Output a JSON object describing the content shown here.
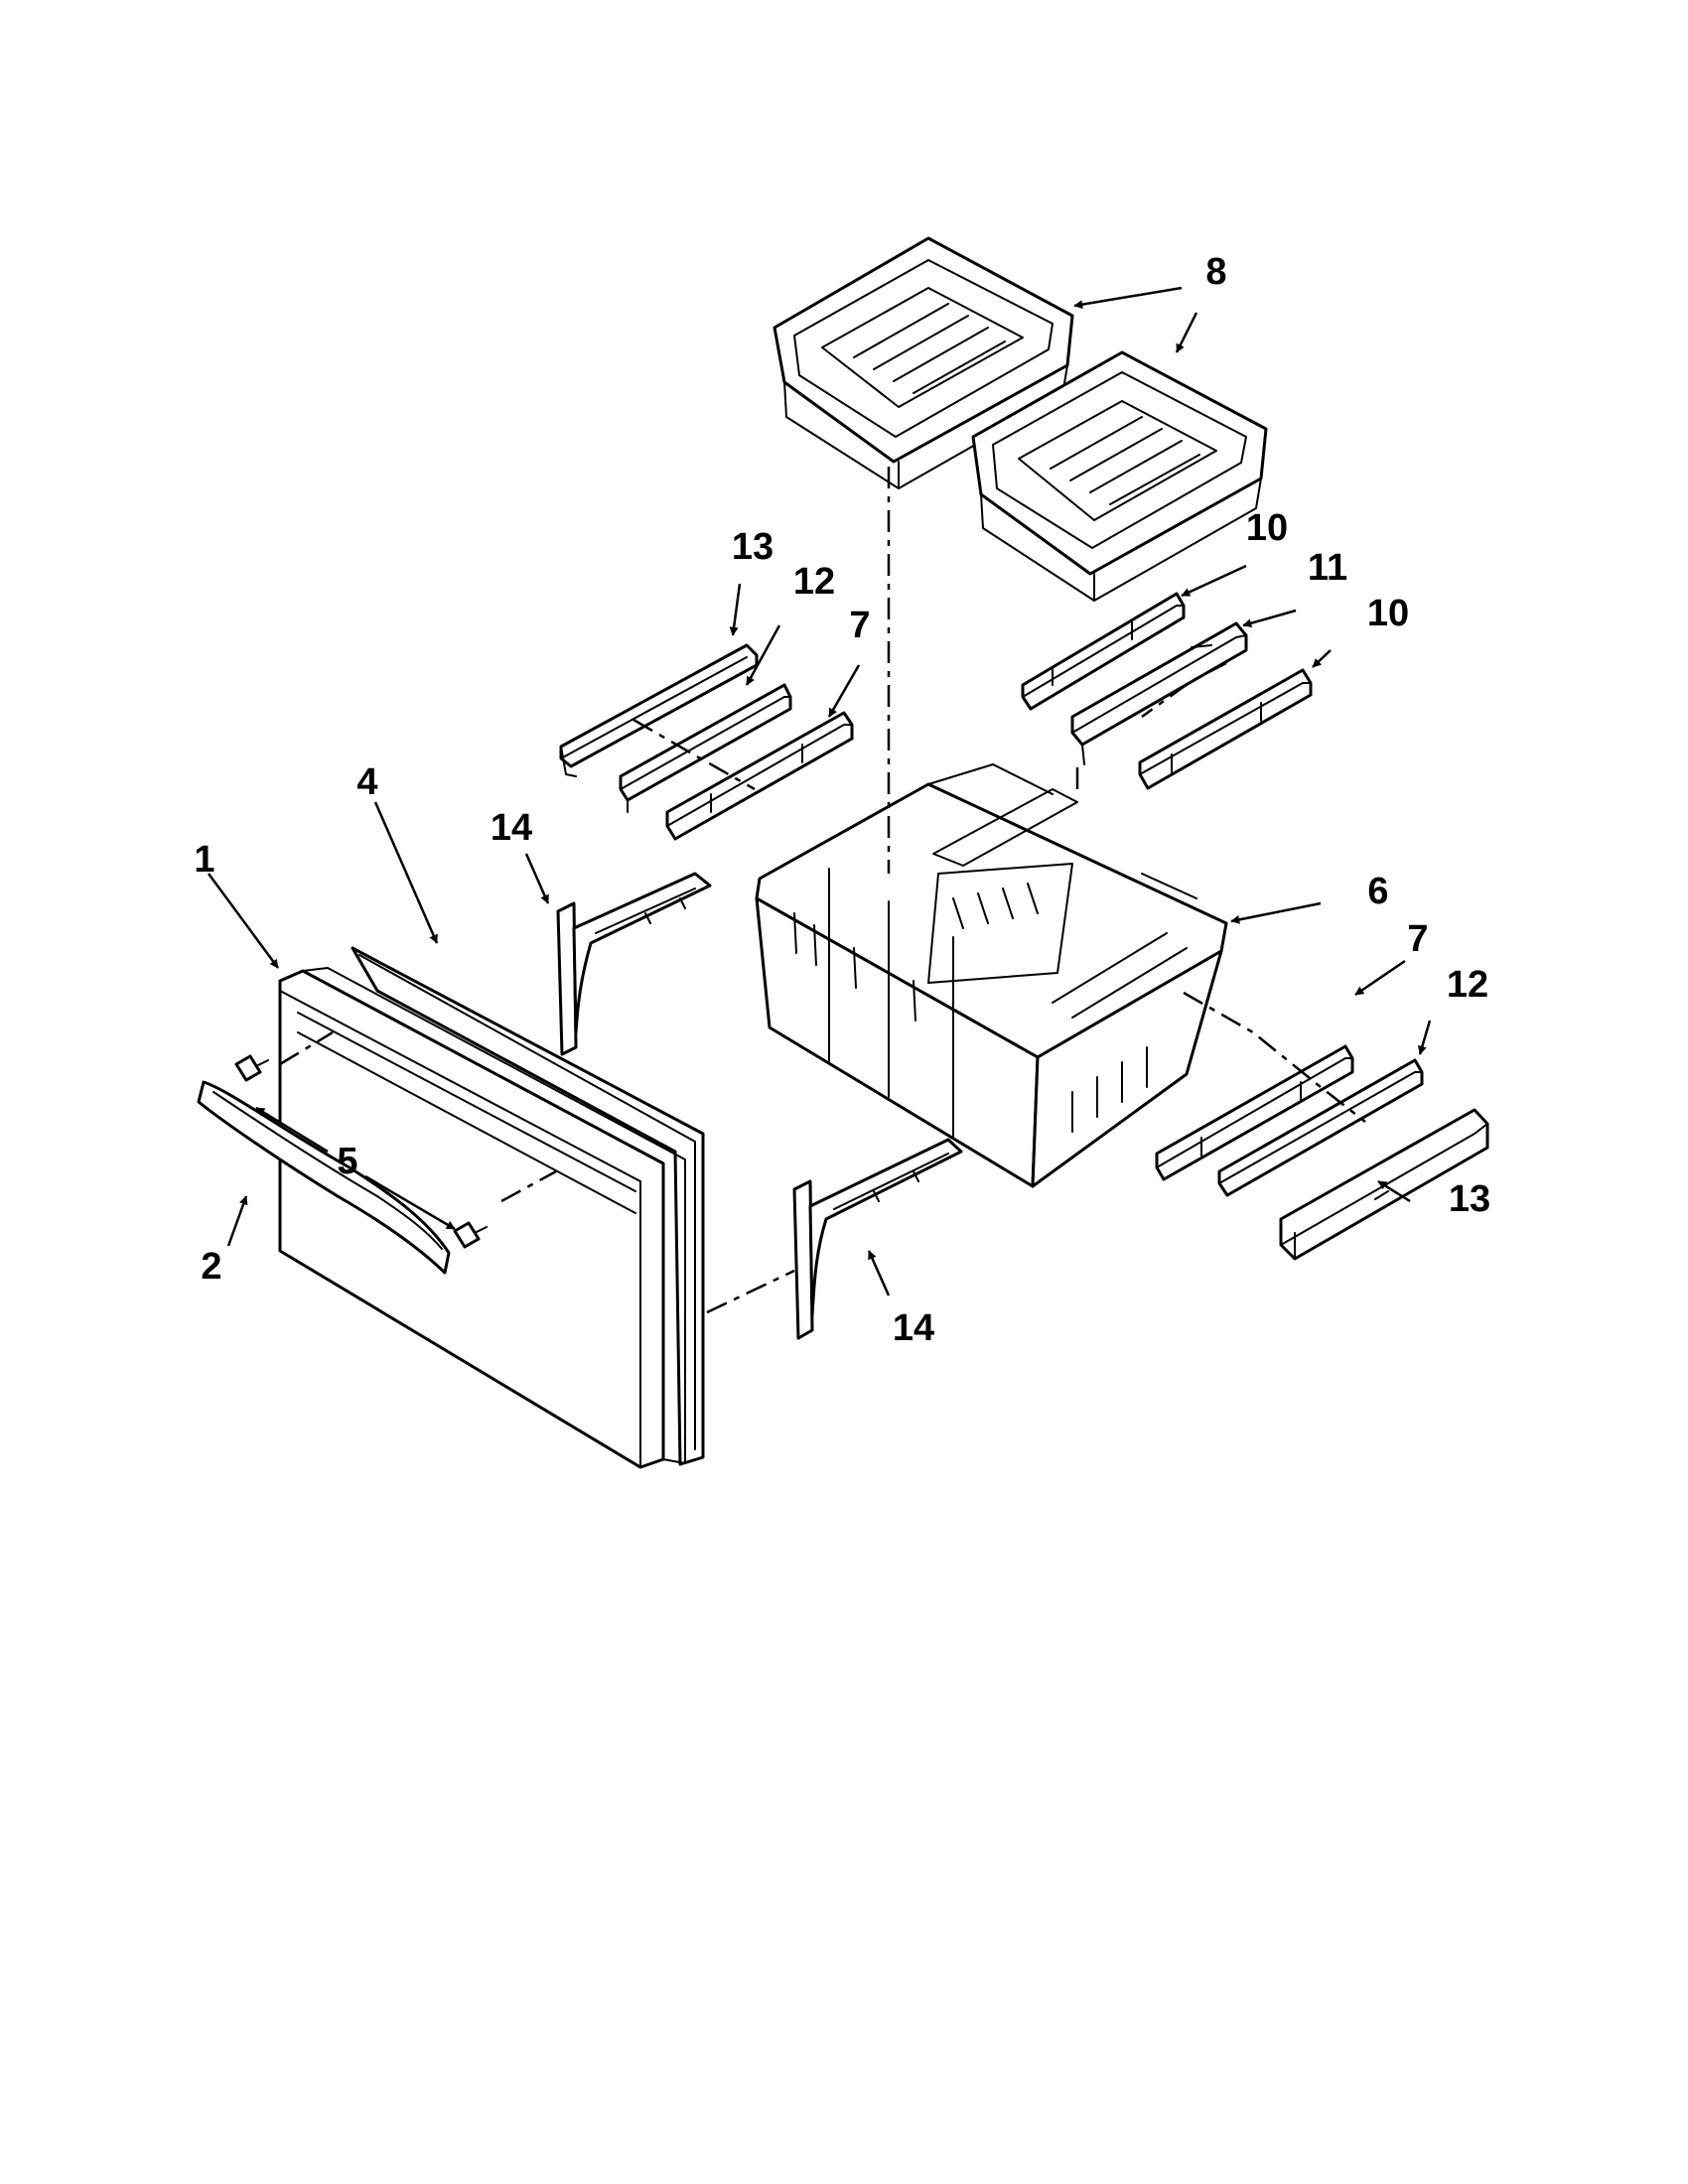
{
  "callouts": {
    "c1": "1",
    "c2": "2",
    "c4": "4",
    "c5": "5",
    "c6": "6",
    "c7a": "7",
    "c7b": "7",
    "c8": "8",
    "c10a": "10",
    "c10b": "10",
    "c11": "11",
    "c12a": "12",
    "c12b": "12",
    "c13a": "13",
    "c13b": "13",
    "c14a": "14",
    "c14b": "14"
  },
  "colors": {
    "ink": "#000000",
    "paper": "#ffffff"
  }
}
